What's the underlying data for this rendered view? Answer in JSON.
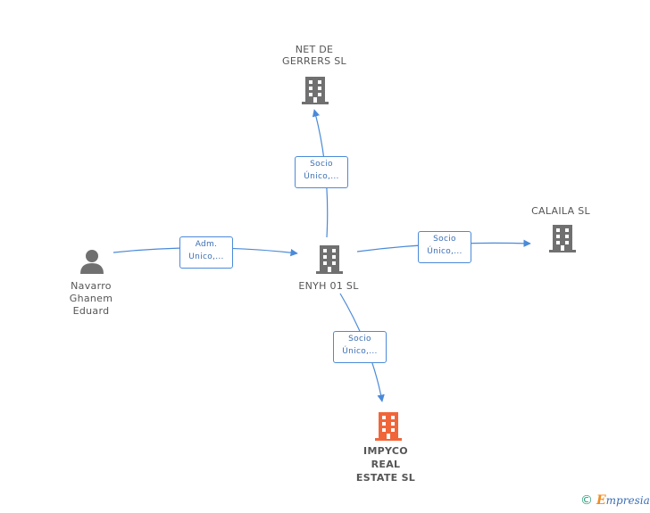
{
  "nodes": {
    "net_de_gerrers": {
      "lines": [
        "NET DE",
        "GERRERS SL"
      ]
    },
    "calaila": {
      "lines": [
        "CALAILA SL"
      ]
    },
    "navarro": {
      "lines": [
        "Navarro",
        "Ghanem",
        "Eduard"
      ]
    },
    "enyh": {
      "lines": [
        "ENYH 01 SL"
      ]
    },
    "impyco": {
      "lines": [
        "IMPYCO",
        "REAL",
        "ESTATE SL"
      ]
    }
  },
  "edges": {
    "adm": {
      "lines": [
        "Adm.",
        "Unico,..."
      ]
    },
    "socio_net": {
      "lines": [
        "Socio",
        "Único,..."
      ]
    },
    "socio_calaila": {
      "lines": [
        "Socio",
        "Único,..."
      ]
    },
    "socio_impyco": {
      "lines": [
        "Socio",
        "Único,..."
      ]
    }
  },
  "footer": {
    "copyright": "©",
    "brand_initial": "E",
    "brand_rest": "mpresia"
  },
  "colors": {
    "edge": "#4a8ad8",
    "company_icon": "#707070",
    "highlight_icon": "#f0663a",
    "person_icon": "#707070"
  },
  "icons": {
    "company": "building-icon",
    "person": "person-icon",
    "highlight": "building-icon"
  }
}
